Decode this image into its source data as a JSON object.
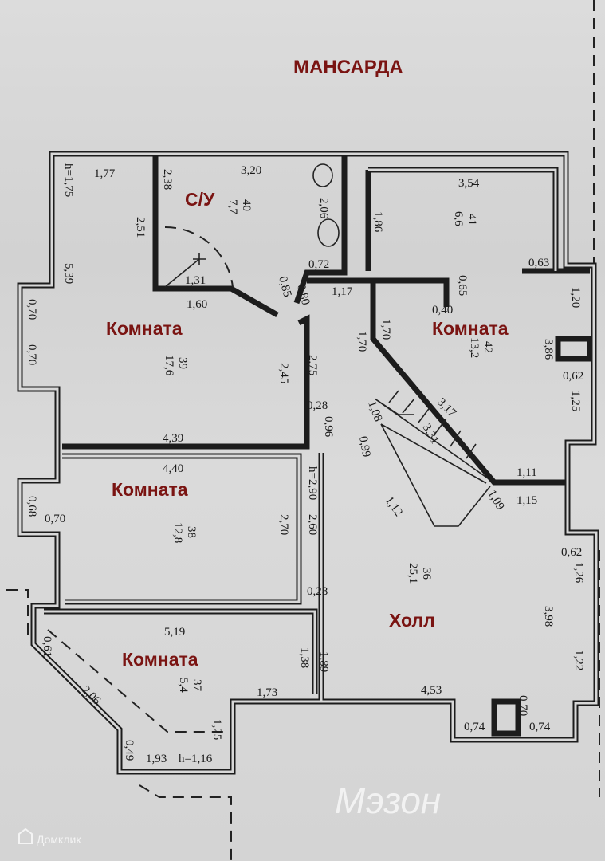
{
  "title": "МАНСАРДА",
  "rooms": [
    {
      "name": "С/У",
      "number": "40",
      "area": "7,7"
    },
    {
      "name": "Комната",
      "number": "39",
      "area": "17,6"
    },
    {
      "name": "Комната",
      "number": "41",
      "area": "6,6"
    },
    {
      "name": "Комната",
      "number": "42",
      "area": "13,2"
    },
    {
      "name": "Комната",
      "number": "38",
      "area": "12,8"
    },
    {
      "name": "Холл",
      "number": "36",
      "area": "25,1"
    },
    {
      "name": "Комната",
      "number": "37",
      "area": "5,4"
    }
  ],
  "dims": [
    "1,77",
    "3,20",
    "2,38",
    "2,06",
    "h=1,75",
    "2,51",
    "5,39",
    "1,31",
    "0,72",
    "1,60",
    "0,85",
    "0,80",
    "1,17",
    "3,54",
    "1,86",
    "0,63",
    "0,65",
    "0,40",
    "1,70",
    "1,70",
    "1,20",
    "3,86",
    "0,62",
    "1,25",
    "0,70",
    "0,70",
    "2,75",
    "2,45",
    "0,28",
    "0,96",
    "3,17",
    "3,31",
    "1,08",
    "0,99",
    "1,12",
    "1,09",
    "1,11",
    "1,15",
    "4,39",
    "4,40",
    "h=2,90",
    "2,60",
    "2,70",
    "0,68",
    "0,70",
    "0,28",
    "0,62",
    "1,26",
    "3,98",
    "1,22",
    "5,19",
    "1,38",
    "1,89",
    "0,61",
    "2,06",
    "1,73",
    "4,53",
    "0,70",
    "0,74",
    "0,74",
    "1,25",
    "0,49",
    "1,93",
    "h=1,16"
  ],
  "watermarks": {
    "center": "Мэзон",
    "corner": "Домклик"
  }
}
